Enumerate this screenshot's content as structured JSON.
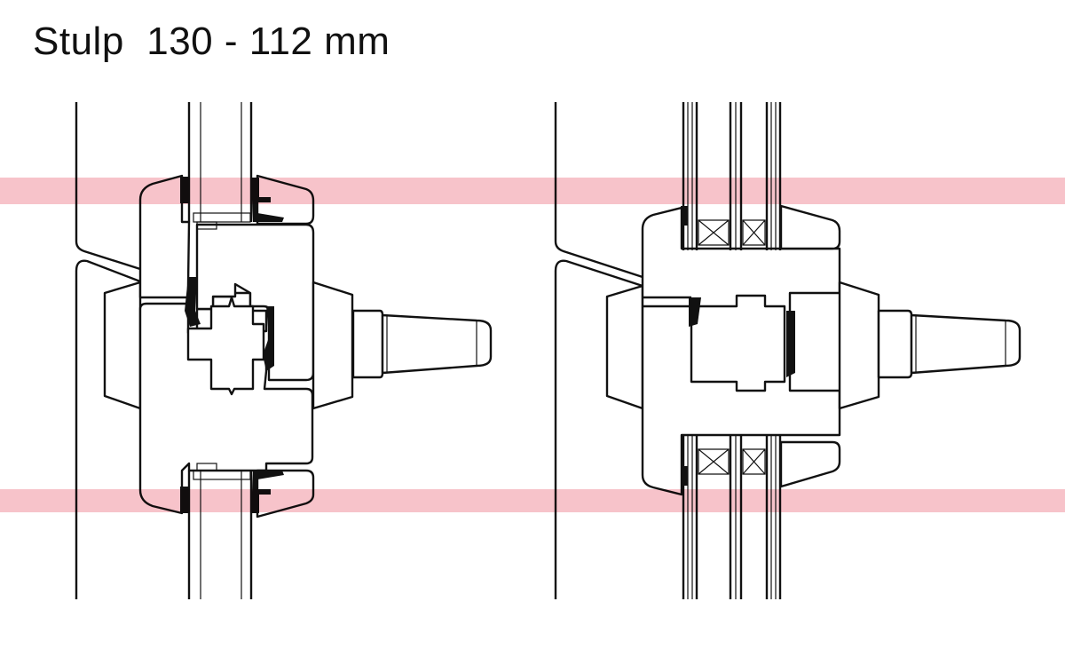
{
  "title": "Stulp  130 - 112 mm",
  "colors": {
    "highlight_band": "#f7c3c9",
    "line": "#111111"
  },
  "sections": [
    {
      "name": "section-double-glazing"
    },
    {
      "name": "section-triple-glazing"
    }
  ]
}
